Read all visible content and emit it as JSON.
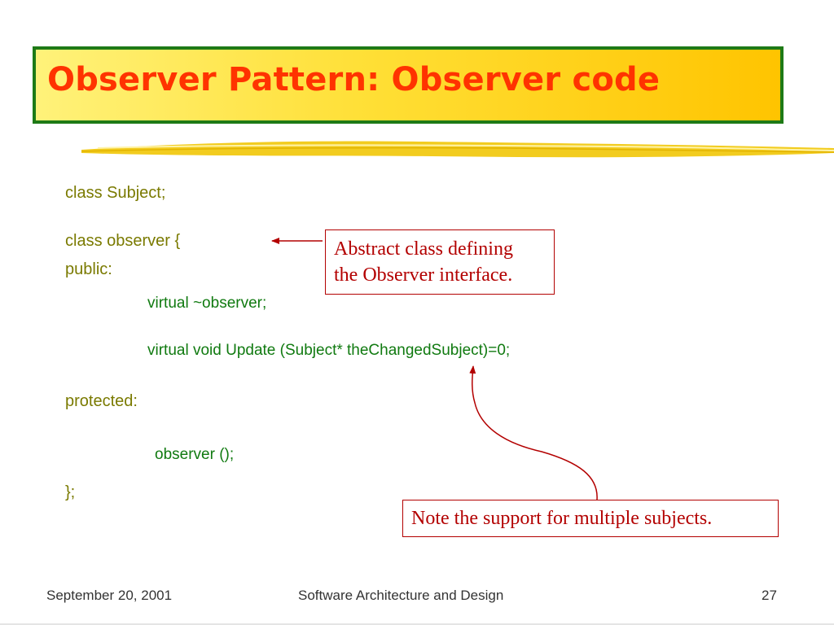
{
  "slide": {
    "title": "Observer Pattern: Observer code"
  },
  "code": {
    "line1": "class Subject;",
    "line2": "class observer {",
    "line3": "public:",
    "line4": "virtual ~observer;",
    "line5": "virtual void Update (Subject* theChangedSubject)=0;",
    "line6": "protected:",
    "line7": "observer ();",
    "line8": "};"
  },
  "notes": {
    "abstract_line1": "Abstract class defining",
    "abstract_line2": "the Observer interface.",
    "multiple": "Note the support for multiple subjects."
  },
  "footer": {
    "date": "September 20, 2001",
    "course": "Software Architecture and Design",
    "page": "27"
  },
  "colors": {
    "title": "#ff3300",
    "title_border": "#1e7a16",
    "code_olive": "#7a7a00",
    "code_green": "#107a10",
    "note": "#b30000"
  }
}
